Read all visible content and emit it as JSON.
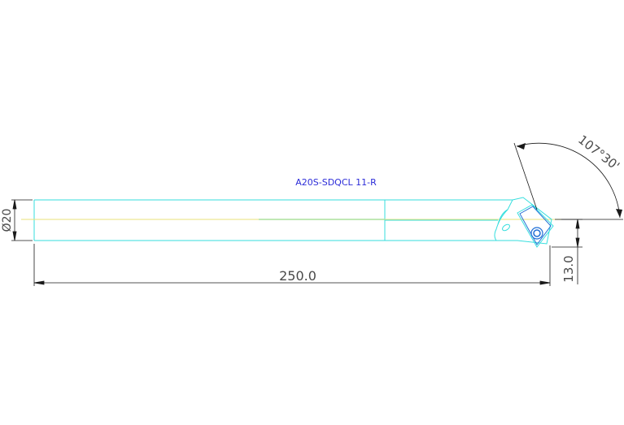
{
  "drawing": {
    "part_label": "A20S-SDQCL 11-R",
    "dimensions": {
      "length": "250.0",
      "diameter": "Ø20",
      "offset": "13.0",
      "angle": "107°30'"
    },
    "colors": {
      "outline": "#35dede",
      "centerline": "#e8e27a",
      "dimension": "#1a1a1a",
      "label": "#2c2cd8",
      "insert": "#1f6fd6"
    }
  }
}
